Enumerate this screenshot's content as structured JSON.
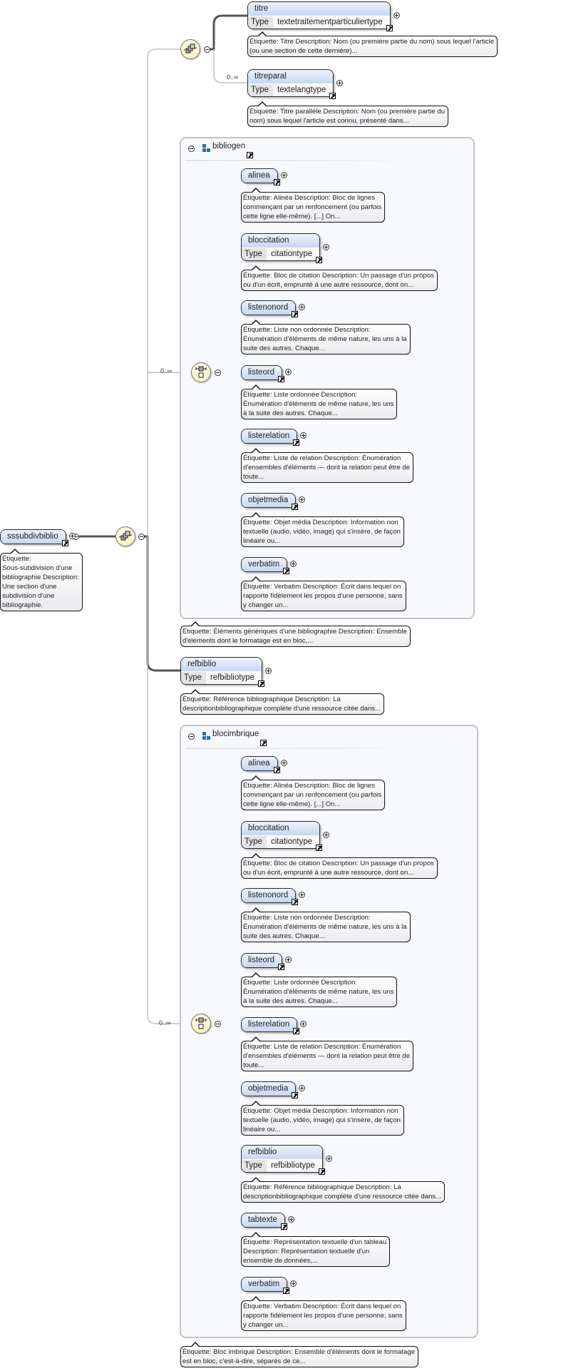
{
  "root": {
    "name": "sssubdivbiblio",
    "desc": "Étiquette:\nSous-subdivision d'une\nbibliographie Description:\nUne section d'une\nsubdivision d'une\nbibliographie."
  },
  "top_sequence": {
    "items": [
      {
        "name": "titre",
        "type_label": "Type",
        "type": "textetraitementparticuliertype",
        "desc": "Étiquette: Titre Description: Nom (ou première partie du nom) sous lequel l'article\n(ou une section de cette dernière)..."
      },
      {
        "name": "titreparal",
        "cardinality": "0..∞",
        "type_label": "Type",
        "type": "textelangtype",
        "desc": "Étiquette: Titre parallèle Description: Nom (ou première partie du\nnom) sous lequel l'article est connu, présenté dans..."
      }
    ]
  },
  "groups": [
    {
      "name": "bibliogen",
      "cardinality": "0..∞",
      "desc": "Étiquette: Éléments génériques d'une bibliographie Description: Ensemble\nd'éléments dont le formatage est en bloc,...",
      "items": [
        {
          "name": "alinea",
          "desc": "Étiquette: Alinéa Description: Bloc de lignes\ncommençant par un renfoncement (ou parfois\ncette ligne elle-même). [...] On..."
        },
        {
          "name": "bloccitation",
          "type_label": "Type",
          "type": "citationtype",
          "desc": "Étiquette: Bloc de citation Description: Un passage d'un propos\nou d'un écrit, emprunté à une autre ressource, dont on..."
        },
        {
          "name": "listenonord",
          "desc": "Étiquette: Liste non ordonnée Description:\nÉnumération d'éléments de même nature, les uns à la\nsuite des autres. Chaque..."
        },
        {
          "name": "listeord",
          "desc": "Étiquette: Liste ordonnée Description:\nÉnumération d'éléments de même nature, les uns\nà la suite des autres. Chaque..."
        },
        {
          "name": "listerelation",
          "desc": "Étiquette: Liste de relation Description: Énumération\nd'ensembles d'éléments — dont la relation peut être de\ntoute..."
        },
        {
          "name": "objetmedia",
          "desc": "Étiquette: Objet média Description: Information non\ntextuelle (audio, vidéo, image) qui s'insère, de façon\nlinéaire ou..."
        },
        {
          "name": "verbatim",
          "desc": "Étiquette: Verbatim Description: Écrit dans lequel on\nrapporte fidèlement les propos d'une personne, sans\ny changer un..."
        }
      ]
    },
    {
      "name": "blocimbrique",
      "cardinality": "0..∞",
      "desc": "Étiquette: Bloc imbriqué Description: Ensemble d'éléments dont le formatage\nest en bloc, c'est-à-dire, séparés de ce...",
      "items": [
        {
          "name": "alinea",
          "desc": "Étiquette: Alinéa Description: Bloc de lignes\ncommençant par un renfoncement (ou parfois\ncette ligne elle-même). [...] On..."
        },
        {
          "name": "bloccitation",
          "type_label": "Type",
          "type": "citationtype",
          "desc": "Étiquette: Bloc de citation Description: Un passage d'un propos\nou d'un écrit, emprunté à une autre ressource, dont on..."
        },
        {
          "name": "listenonord",
          "desc": "Étiquette: Liste non ordonnée Description:\nÉnumération d'éléments de même nature, les uns à la\nsuite des autres. Chaque..."
        },
        {
          "name": "listeord",
          "desc": "Étiquette: Liste ordonnée Description:\nÉnumération d'éléments de même nature, les uns\nà la suite des autres. Chaque..."
        },
        {
          "name": "listerelation",
          "desc": "Étiquette: Liste de relation Description: Énumération\nd'ensembles d'éléments — dont la relation peut être de\ntoute..."
        },
        {
          "name": "objetmedia",
          "desc": "Étiquette: Objet média Description: Information non\ntextuelle (audio, vidéo, image) qui s'insère, de façon\nlinéaire ou..."
        },
        {
          "name": "refbiblio",
          "type_label": "Type",
          "type": "refbibliotype",
          "desc": "Étiquette: Référence bibliographique Description: La\ndescriptionbibliographique complète d'une ressource citée dans..."
        },
        {
          "name": "tabtexte",
          "desc": "Étiquette: Représentation textuelle d'un tableau\nDescription: Représentation textuelle d'un\nensemble de données,..."
        },
        {
          "name": "verbatim",
          "desc": "Étiquette: Verbatim Description: Écrit dans lequel on\nrapporte fidèlement les propos d'une personne, sans\ny changer un..."
        }
      ]
    }
  ],
  "refbiblio": {
    "name": "refbiblio",
    "type_label": "Type",
    "type": "refbibliotype",
    "desc": "Étiquette: Référence bibliographique Description: La\ndescriptionbibliographique complète d'une ressource citée dans..."
  },
  "colors": {
    "line_dark": "#555555",
    "line_optional": "#c0c0c0",
    "box_fill": "#c5d7f3",
    "node_fill": "#f4edb6",
    "group_icon": "#2e6bb4"
  }
}
